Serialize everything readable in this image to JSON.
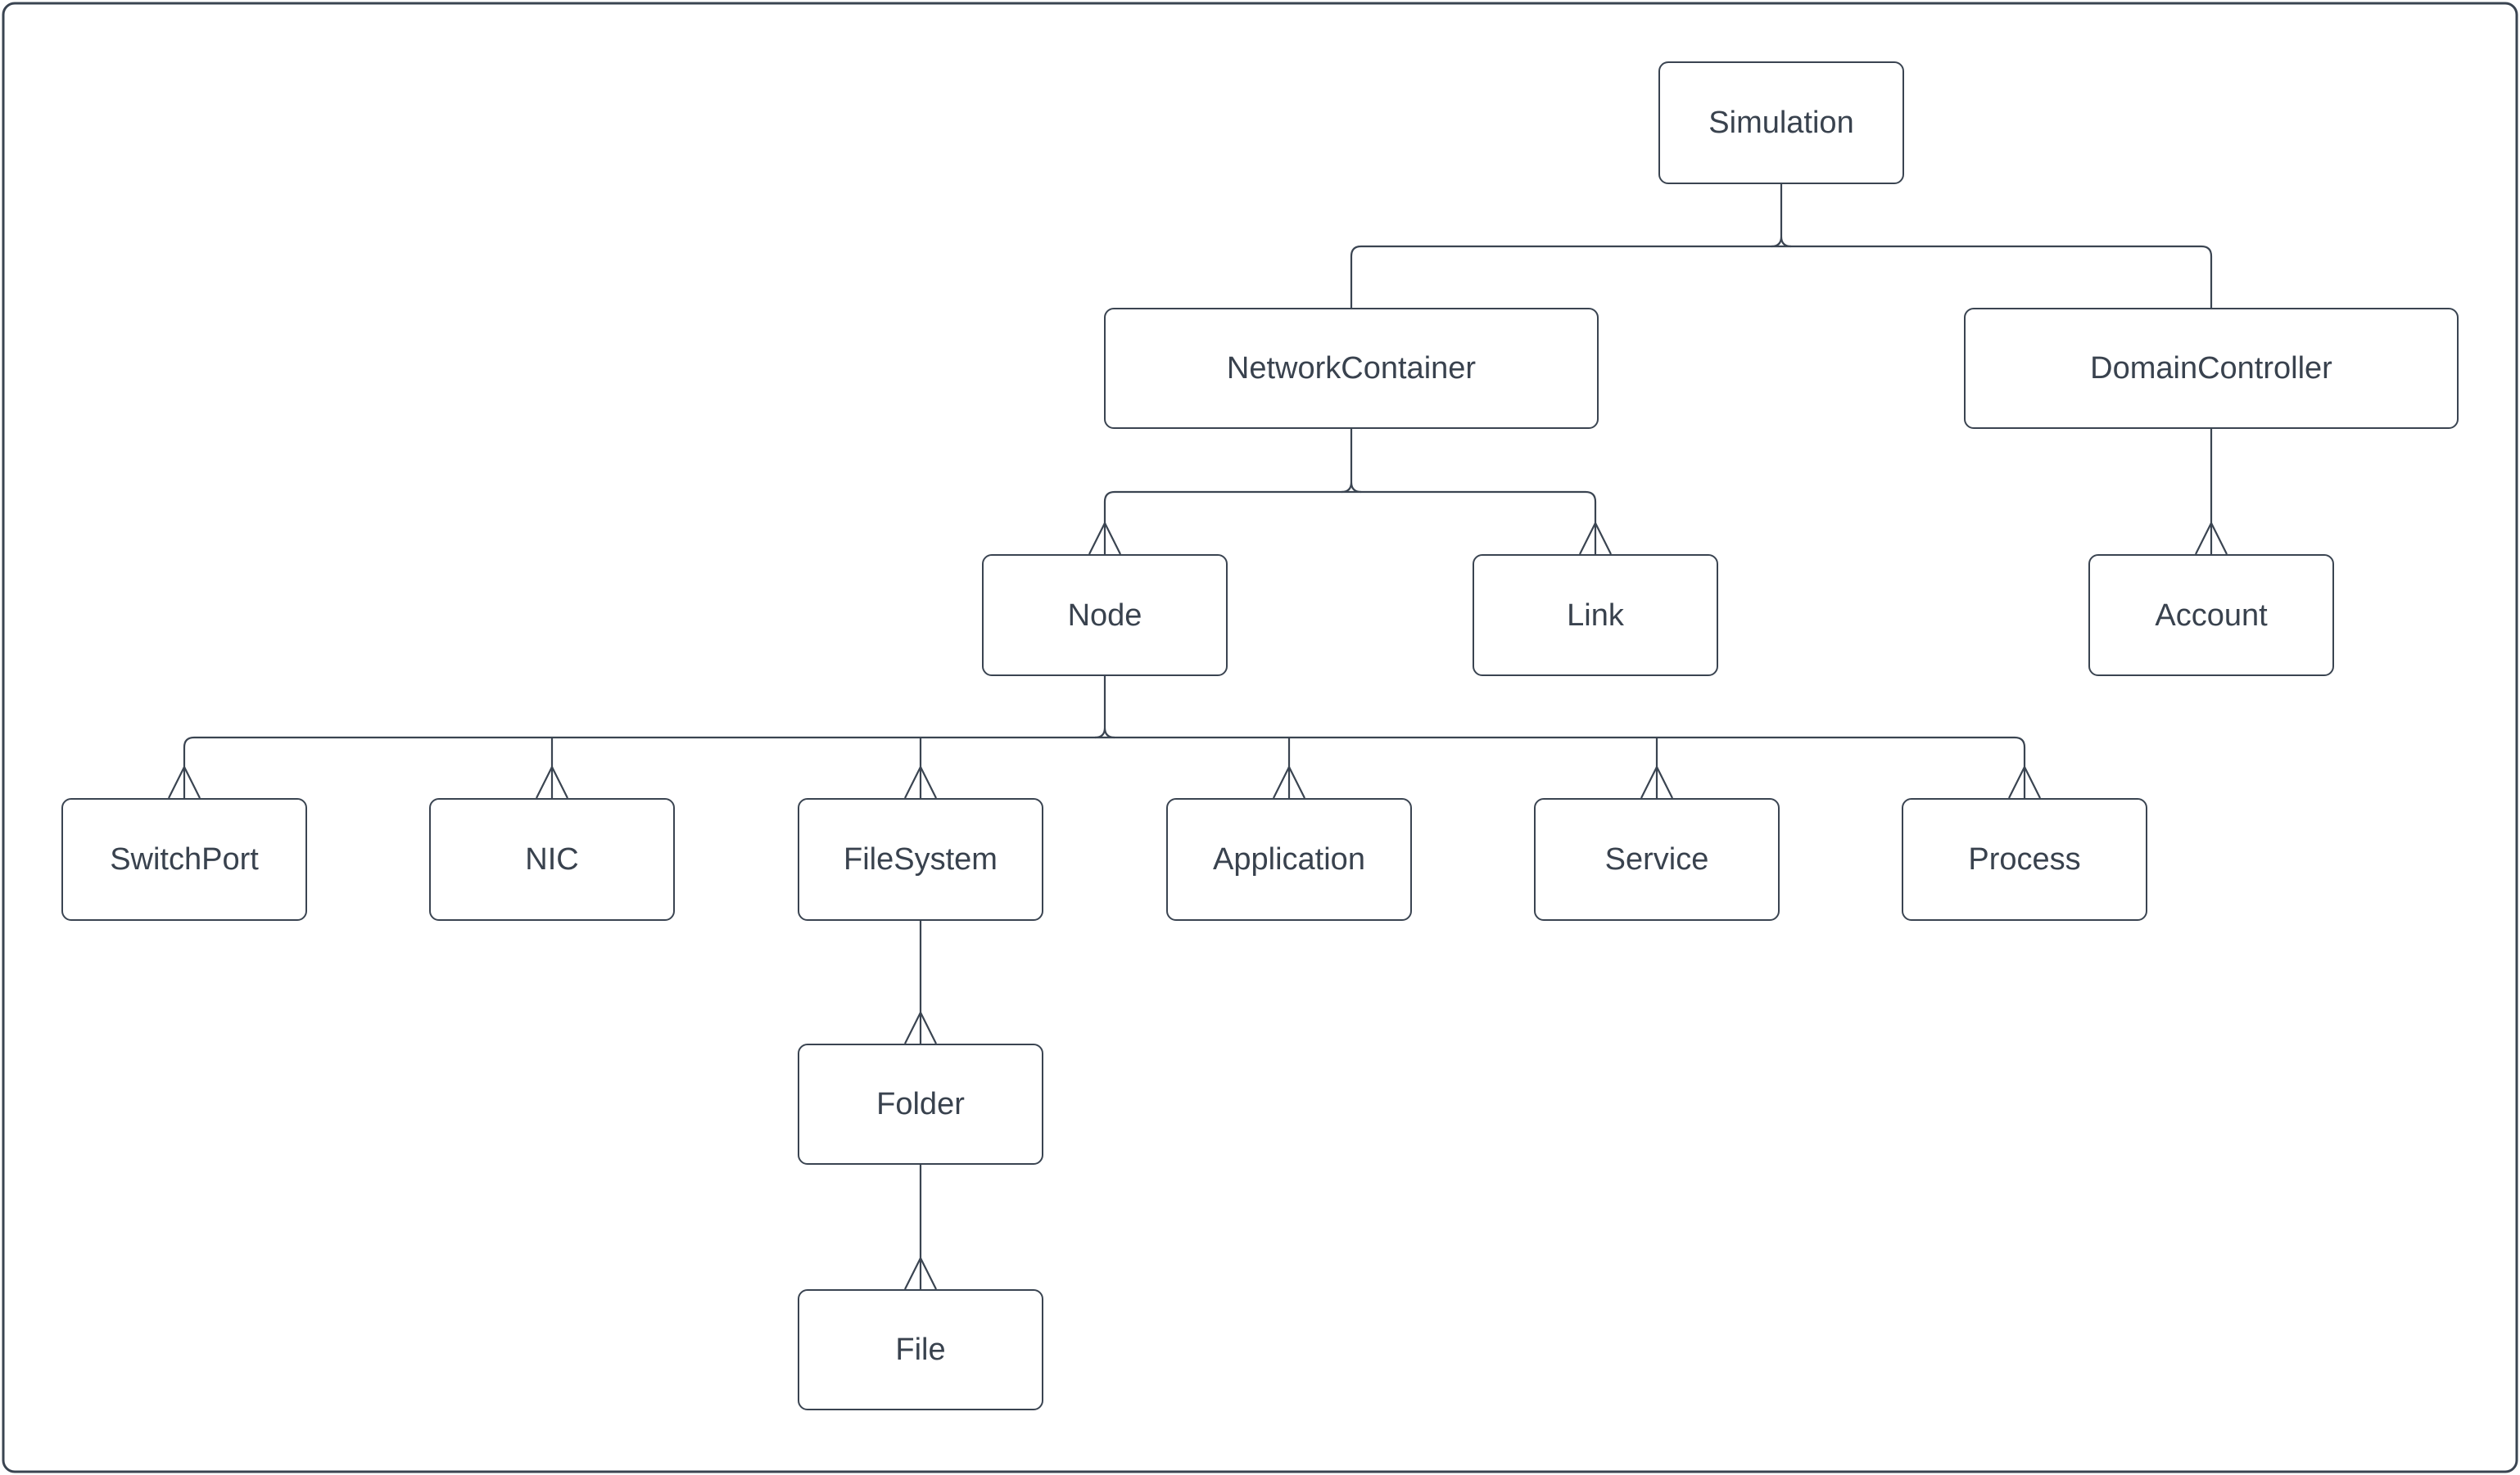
{
  "diagram": {
    "type": "class-hierarchy-tree",
    "colors": {
      "line": "#3A4451",
      "text": "#39424E",
      "background": "#FFFFFF"
    },
    "nodes": [
      {
        "id": "simulation",
        "label": "Simulation"
      },
      {
        "id": "network-container",
        "label": "NetworkContainer"
      },
      {
        "id": "domain-controller",
        "label": "DomainController"
      },
      {
        "id": "node",
        "label": "Node"
      },
      {
        "id": "link",
        "label": "Link"
      },
      {
        "id": "account",
        "label": "Account"
      },
      {
        "id": "switch-port",
        "label": "SwitchPort"
      },
      {
        "id": "nic",
        "label": "NIC"
      },
      {
        "id": "file-system",
        "label": "FileSystem"
      },
      {
        "id": "application",
        "label": "Application"
      },
      {
        "id": "service",
        "label": "Service"
      },
      {
        "id": "process",
        "label": "Process"
      },
      {
        "id": "folder",
        "label": "Folder"
      },
      {
        "id": "file",
        "label": "File"
      }
    ],
    "edges": [
      {
        "from": "simulation",
        "to": "network-container",
        "marker": "none"
      },
      {
        "from": "simulation",
        "to": "domain-controller",
        "marker": "none"
      },
      {
        "from": "network-container",
        "to": "node",
        "marker": "open-arrow"
      },
      {
        "from": "network-container",
        "to": "link",
        "marker": "open-arrow"
      },
      {
        "from": "domain-controller",
        "to": "account",
        "marker": "open-arrow"
      },
      {
        "from": "node",
        "to": "switch-port",
        "marker": "open-arrow"
      },
      {
        "from": "node",
        "to": "nic",
        "marker": "open-arrow"
      },
      {
        "from": "node",
        "to": "file-system",
        "marker": "open-arrow"
      },
      {
        "from": "node",
        "to": "application",
        "marker": "open-arrow"
      },
      {
        "from": "node",
        "to": "service",
        "marker": "open-arrow"
      },
      {
        "from": "node",
        "to": "process",
        "marker": "open-arrow"
      },
      {
        "from": "file-system",
        "to": "folder",
        "marker": "open-arrow"
      },
      {
        "from": "folder",
        "to": "file",
        "marker": "open-arrow"
      }
    ]
  }
}
